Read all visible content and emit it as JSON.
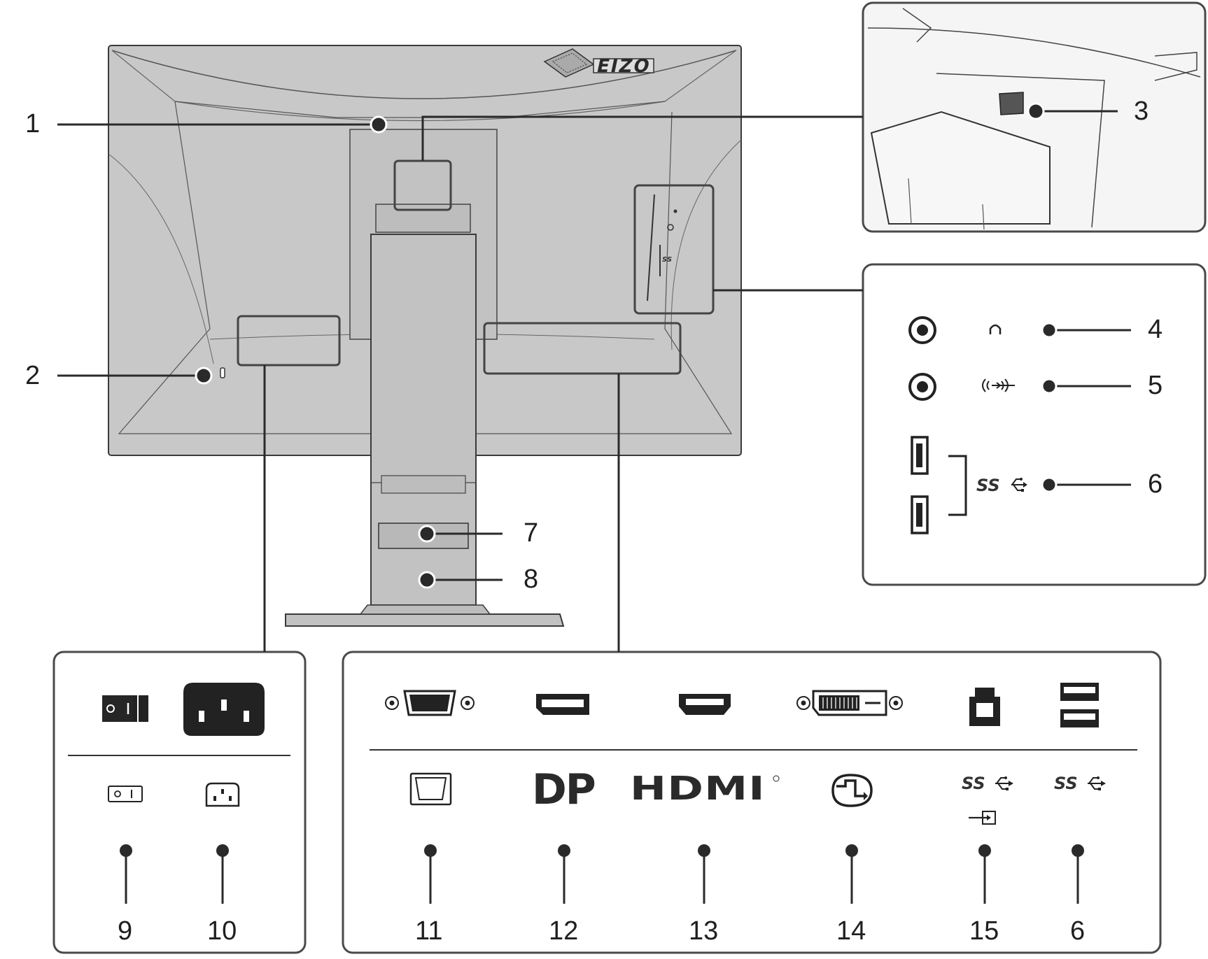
{
  "brand": {
    "logo_text": "EIZO"
  },
  "callouts": {
    "c1": "1",
    "c2": "2",
    "c3": "3",
    "c4": "4",
    "c5": "5",
    "c6a": "6",
    "c7": "7",
    "c8": "8",
    "c9": "9",
    "c10": "10",
    "c11": "11",
    "c12": "12",
    "c13": "13",
    "c14": "14",
    "c15": "15",
    "c6b": "6"
  },
  "port_labels": {
    "dp": "DP",
    "hdmi": "HDMI",
    "usb_ss": "SS"
  },
  "colors": {
    "monitor_body": "#c8c8c8",
    "outline": "#3a3a3a",
    "panel_border": "#4a4a4a",
    "icon_fill": "#2b2b2b"
  }
}
